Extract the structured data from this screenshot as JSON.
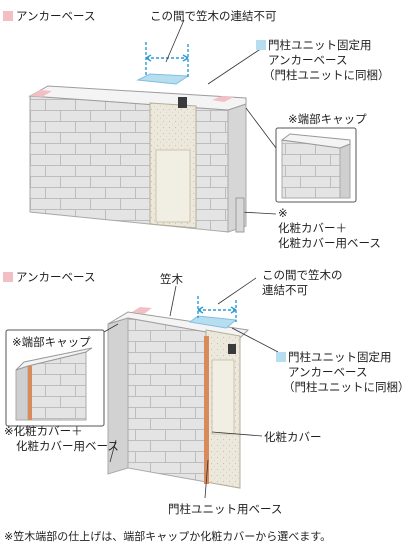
{
  "colors": {
    "anchor_base": "#f2c0c4",
    "gate_anchor_base": "#b7def0",
    "callout_line": "#2e9bd6",
    "block_face": "#e4e4e4",
    "block_side": "#c9c9c9",
    "cap": "#f3f3f3",
    "gate_column": "#e9e4d3",
    "cover_strip": "#d98a5a"
  },
  "top_figure": {
    "anchor_base_label": "アンカーベース",
    "no_connection_label": "この間で笠木の連結不可",
    "gate_anchor_label_lines": [
      "門柱ユニット固定用",
      "アンカーベース",
      "（門柱ユニットに同梱）"
    ],
    "end_cap_label": "※端部キャップ",
    "cover_label_lines": [
      "※",
      "化粧カバー＋",
      "化粧カバー用ベース"
    ]
  },
  "bottom_figure": {
    "anchor_base_label": "アンカーベース",
    "coping_label": "笠木",
    "no_connection_label_lines": [
      "この間で笠木の",
      "連結不可"
    ],
    "gate_anchor_label_lines": [
      "門柱ユニット固定用",
      "アンカーベース",
      "（門柱ユニットに同梱）"
    ],
    "end_cap_label": "※端部キャップ",
    "cover_base_label_lines": [
      "※化粧カバー＋",
      "化粧カバー用ベース"
    ],
    "cover_label": "化粧カバー",
    "gate_unit_base_label": "門柱ユニット用ベース"
  },
  "footnote": "※笠木端部の仕上げは、端部キャップか化粧カバーから選べます。"
}
